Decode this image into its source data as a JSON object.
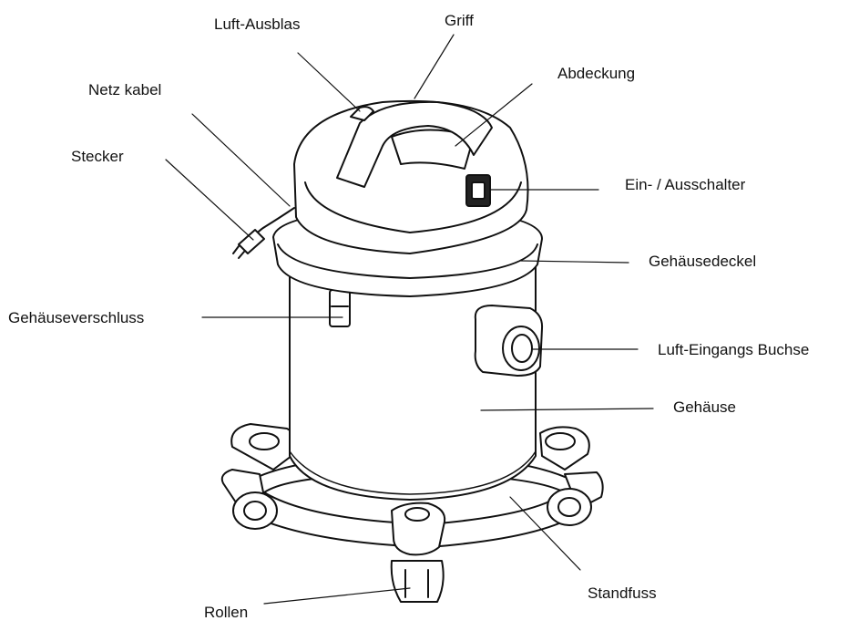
{
  "labels": {
    "luft_ausblas": "Luft-Ausblas",
    "griff": "Griff",
    "abdeckung": "Abdeckung",
    "netzkabel": "Netz kabel",
    "stecker": "Stecker",
    "ein_ausschalter": "Ein- / Ausschalter",
    "gehaeusedeckel": "Gehäusedeckel",
    "gehaeuseverschluss": "Gehäuseverschluss",
    "luft_eingangs_buchse": "Luft-Eingangs Buchse",
    "gehaeuse": "Gehäuse",
    "standfuss": "Standfuss",
    "rollen": "Rollen"
  }
}
